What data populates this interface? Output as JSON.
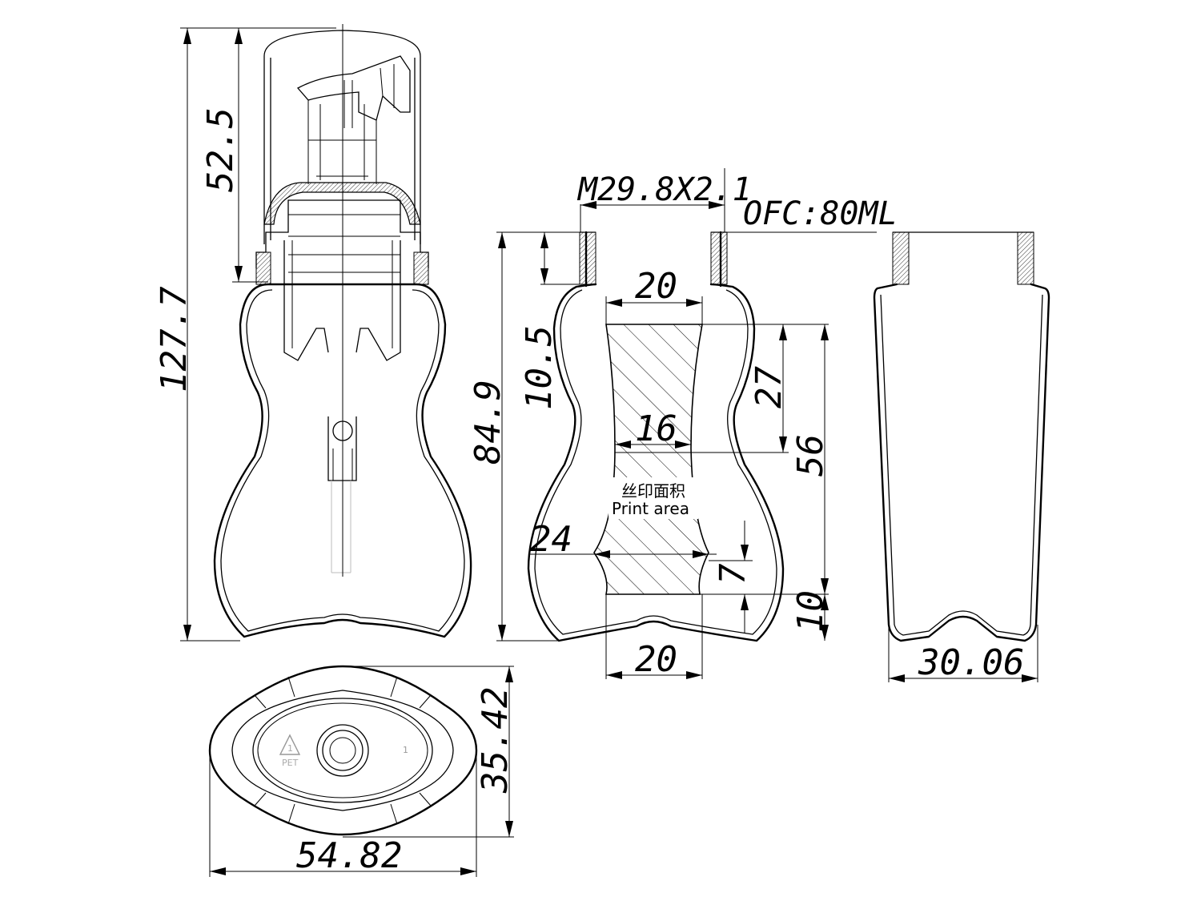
{
  "dimensions": {
    "pump_height": "52.5",
    "total_height": "127.7",
    "neck_thread": "M29.8X2.1",
    "capacity": "OFC:80ML",
    "shoulder_height": "10.5",
    "body_height": "84.9",
    "print_top_width": "20",
    "print_upper_height": "27",
    "print_waist_width": "16",
    "print_total_height": "56",
    "print_lower_width": "24",
    "print_bottom_offset": "7",
    "base_offset": "10",
    "base_width": "20",
    "side_width": "30.06",
    "top_length": "54.82",
    "top_depth": "35.42"
  },
  "labels": {
    "print_area_cn": "丝印面积",
    "print_area_en": "Print area",
    "recycle_number": "1",
    "recycle_material": "PET",
    "cavity_number": "1"
  }
}
